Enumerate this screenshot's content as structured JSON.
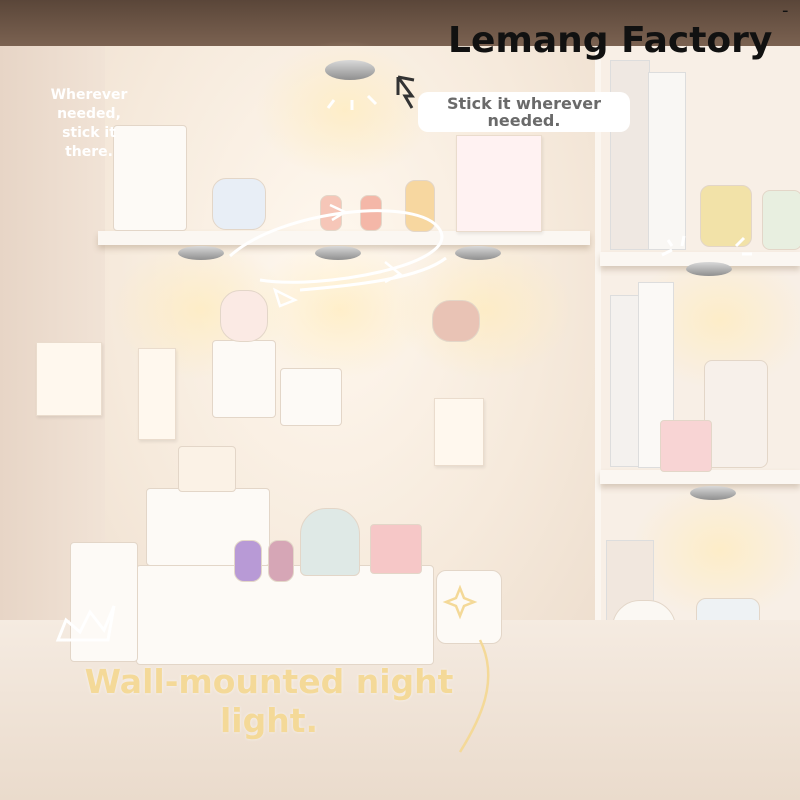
{
  "title": "Lemang Factory",
  "corner_mark": "-",
  "left_note": "Wherever needed, stick it there.",
  "pill_note": "Stick it wherever needed.",
  "caption": "Wall-mounted night light.",
  "colors": {
    "caption": "#f4d998",
    "title": "#111111",
    "light_glow": "#ffecbe"
  },
  "icons": [
    "cursor-arrow-icon",
    "sparkle-icon",
    "crown-icon",
    "paper-plane-icon"
  ]
}
